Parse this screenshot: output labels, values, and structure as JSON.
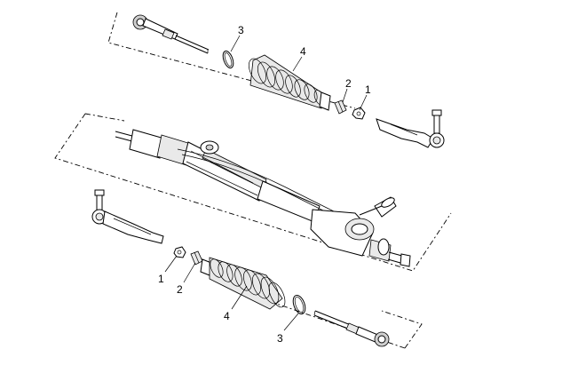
{
  "callouts": {
    "top": {
      "tie_rod_clip": "3",
      "boot": "4",
      "nut_sleeve": "2",
      "nut": "1"
    },
    "bottom": {
      "nut": "1",
      "nut_sleeve": "2",
      "boot": "4",
      "tie_rod_clip": "3"
    }
  }
}
